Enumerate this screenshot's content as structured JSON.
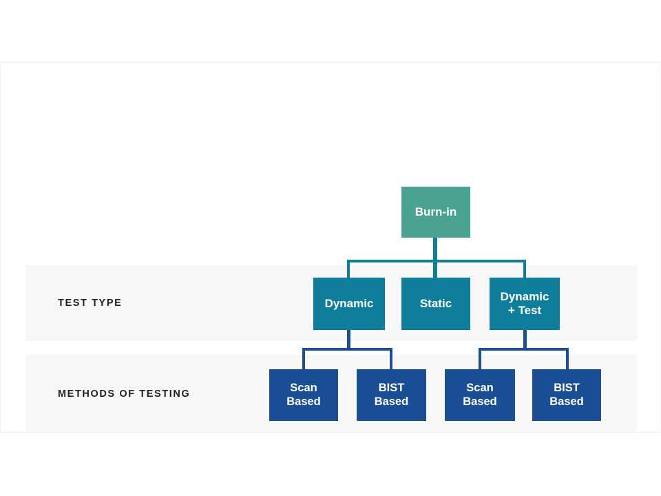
{
  "diagram": {
    "root": {
      "label": "Burn-in",
      "color": "#4aa391"
    },
    "rows": [
      {
        "label": "TEST TYPE",
        "band_color": "#f7f7f7",
        "node_color": "#0f7e9b",
        "nodes": [
          {
            "label": "Dynamic"
          },
          {
            "label": "Static"
          },
          {
            "label_line1": "Dynamic",
            "label_line2": "+ Test"
          }
        ]
      },
      {
        "label": "METHODS OF TESTING",
        "band_color": "#f7f7f7",
        "node_color": "#1a4f96",
        "nodes": [
          {
            "label_line1": "Scan",
            "label_line2": "Based"
          },
          {
            "label_line1": "BIST",
            "label_line2": "Based"
          },
          {
            "label_line1": "Scan",
            "label_line2": "Based"
          },
          {
            "label_line1": "BIST",
            "label_line2": "Based"
          }
        ]
      }
    ],
    "connector_colors": {
      "upper": "#0f7e9b",
      "lower": "#1a4f96"
    },
    "background": "#ffffff"
  }
}
